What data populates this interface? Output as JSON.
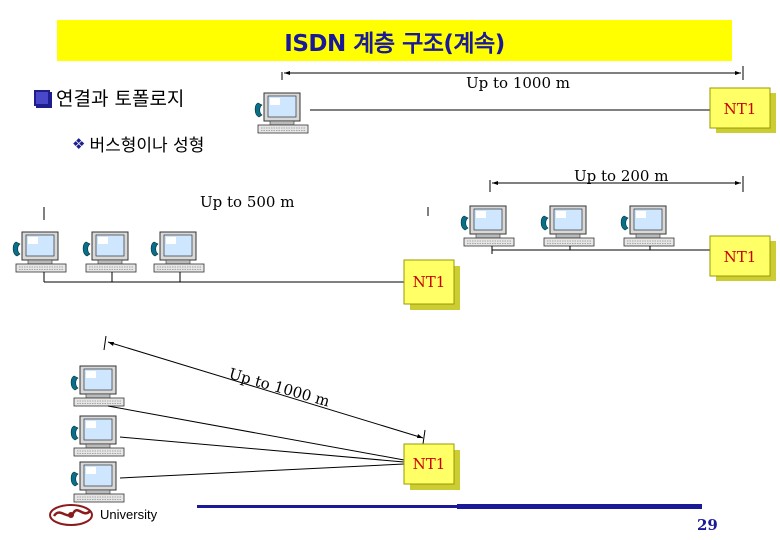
{
  "title": "ISDN 계층 구조(계속)",
  "bullets": {
    "level1": "연결과 토폴로지",
    "level2": "버스형이나 성형"
  },
  "nt1_label": "NT1",
  "distances": {
    "top": "Up to 1000 m",
    "middle_right": "Up to 200 m",
    "middle_left": "Up to 500 m",
    "bottom": "Up to 1000 m"
  },
  "footer": {
    "university": "University",
    "page_number": "29"
  },
  "colors": {
    "title_bg": "#ffff00",
    "title_text": "#1a1a99",
    "nt1_fill": "#ffff66",
    "nt1_text": "#cc0000"
  }
}
